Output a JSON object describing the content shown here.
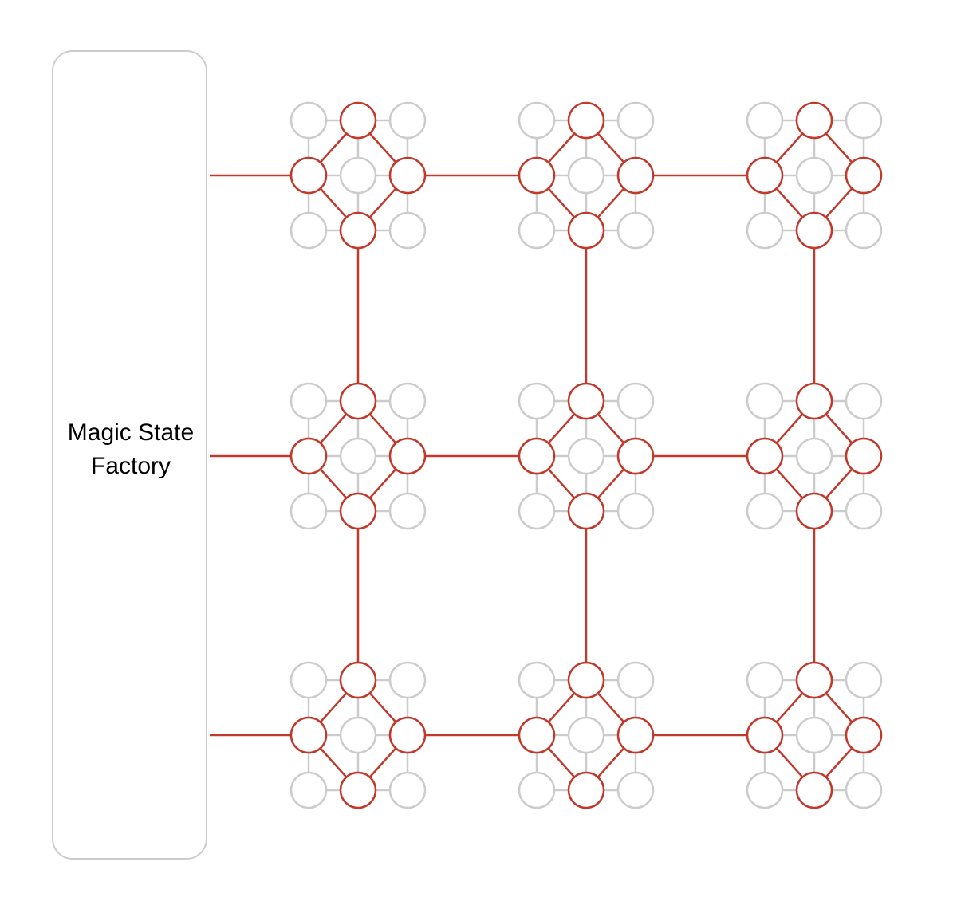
{
  "factory": {
    "label_line1": "Magic State",
    "label_line2": "Factory"
  },
  "colors": {
    "active": "#c0392b",
    "inactive": "#cccccc",
    "text": "#000000"
  },
  "grid": {
    "rows": 3,
    "cols": 3
  }
}
